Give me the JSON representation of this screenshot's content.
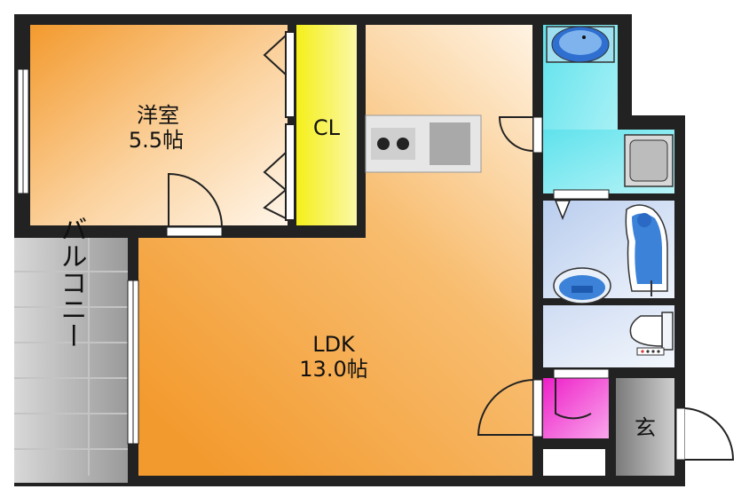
{
  "rooms": {
    "western": {
      "name": "洋室",
      "size": "5.5帖"
    },
    "closet": {
      "name": "CL"
    },
    "ldk": {
      "name": "LDK",
      "size": "13.0帖"
    },
    "balcony": {
      "name": "バルコニー"
    },
    "entrance": {
      "name": "玄"
    }
  },
  "colors": {
    "wall": "#222222",
    "floor_orange": "#f39a2e",
    "floor_light": "#fff3e3",
    "closet_yellow": "#f5ef1a",
    "washroom_cyan": "#6fe6ee",
    "bath_blue": "#c9d8f0",
    "toilet_blue": "#dde8f7",
    "storage_magenta": "#f02bd0",
    "entrance_gray": "#8f8f8f",
    "balcony_gray": "#a8a8a8"
  }
}
